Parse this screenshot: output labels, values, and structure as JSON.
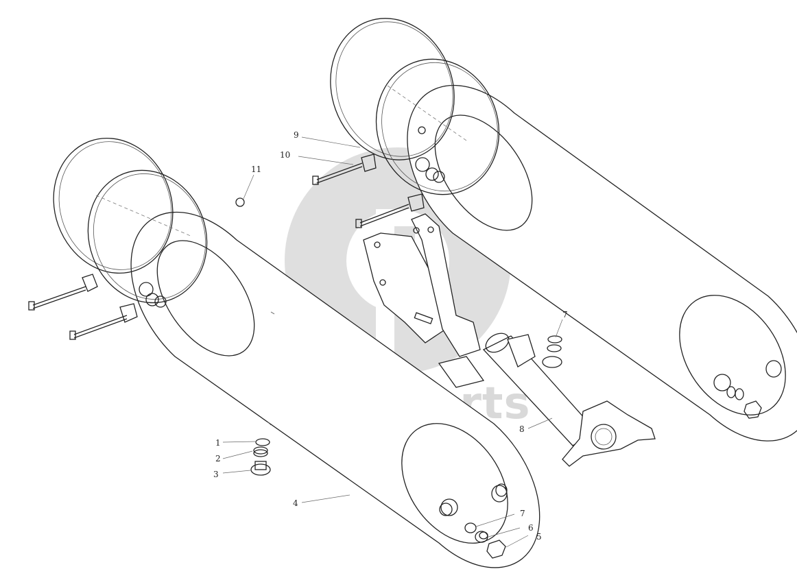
{
  "watermark": {
    "text": "data-parts",
    "color": "#d9d9d9"
  },
  "callouts": [
    {
      "id": "1",
      "label": "1"
    },
    {
      "id": "2",
      "label": "2"
    },
    {
      "id": "3",
      "label": "3"
    },
    {
      "id": "4",
      "label": "4"
    },
    {
      "id": "5",
      "label": "5"
    },
    {
      "id": "6",
      "label": "6"
    },
    {
      "id": "7a",
      "label": "7"
    },
    {
      "id": "7b",
      "label": "7"
    },
    {
      "id": "8",
      "label": "8"
    },
    {
      "id": "9",
      "label": "9"
    },
    {
      "id": "10",
      "label": "10"
    },
    {
      "id": "11",
      "label": "11"
    }
  ],
  "colors": {
    "line": "#222222",
    "background": "#ffffff"
  }
}
